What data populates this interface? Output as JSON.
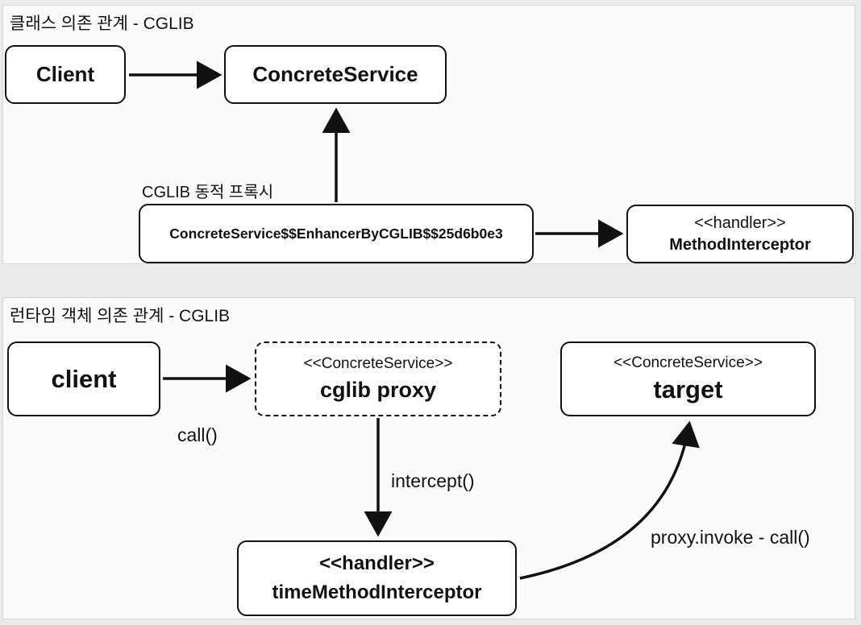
{
  "class_panel": {
    "title": "클래스 의존 관계 - CGLIB",
    "proxy_caption": "CGLIB 동적 프록시",
    "client": "Client",
    "concrete_service": "ConcreteService",
    "enhancer": "ConcreteService$$EnhancerByCGLIB$$25d6b0e3",
    "handler_stereotype": "<<handler>>",
    "handler_name": "MethodInterceptor"
  },
  "runtime_panel": {
    "title": "런타임 객체 의존 관계 - CGLIB",
    "client": "client",
    "proxy_stereotype": "<<ConcreteService>>",
    "proxy_name": "cglib proxy",
    "target_stereotype": "<<ConcreteService>>",
    "target_name": "target",
    "handler_stereotype": "<<handler>>",
    "handler_name": "timeMethodInterceptor",
    "call_label": "call()",
    "intercept_label": "intercept()",
    "invoke_label": "proxy.invoke - call()"
  }
}
